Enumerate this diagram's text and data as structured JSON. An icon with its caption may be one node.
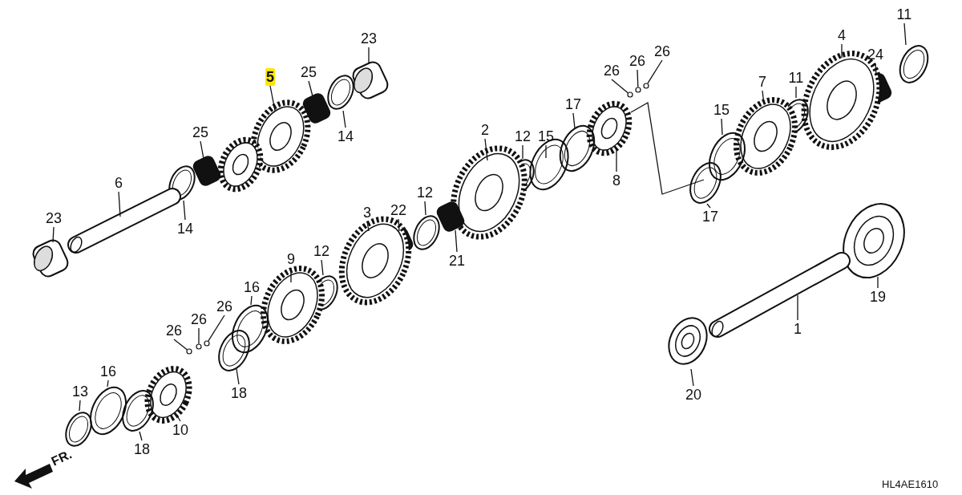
{
  "diagram": {
    "nodes": [
      {
        "text": [
          "23"
        ]
      },
      {
        "text": [
          "5"
        ]
      },
      {
        "text": [
          "25"
        ]
      },
      {
        "text": [
          "25"
        ]
      },
      {
        "text": [
          "14"
        ]
      },
      {
        "text": [
          "6"
        ]
      },
      {
        "text": [
          "14"
        ]
      },
      {
        "text": [
          "23"
        ]
      },
      {
        "text": [
          "26"
        ]
      },
      {
        "text": [
          "26"
        ]
      },
      {
        "text": [
          "26"
        ]
      },
      {
        "text": [
          "2"
        ]
      },
      {
        "text": [
          "12"
        ]
      },
      {
        "text": [
          "15"
        ]
      },
      {
        "text": [
          "17"
        ]
      },
      {
        "text": [
          "8"
        ]
      },
      {
        "text": [
          "3"
        ]
      },
      {
        "text": [
          "22"
        ]
      },
      {
        "text": [
          "12"
        ]
      },
      {
        "text": [
          "21"
        ]
      },
      {
        "text": [
          "12"
        ]
      },
      {
        "text": [
          "9"
        ]
      },
      {
        "text": [
          "16"
        ]
      },
      {
        "text": [
          "26"
        ]
      },
      {
        "text": [
          "26"
        ]
      },
      {
        "text": [
          "26"
        ]
      },
      {
        "text": [
          "18"
        ]
      },
      {
        "text": [
          "13"
        ]
      },
      {
        "text": [
          "16"
        ]
      },
      {
        "text": [
          "18"
        ]
      },
      {
        "text": [
          "10"
        ]
      },
      {
        "text": [
          "4"
        ]
      },
      {
        "text": [
          "24"
        ]
      },
      {
        "text": [
          "11"
        ]
      },
      {
        "text": [
          "7"
        ]
      },
      {
        "text": [
          "11"
        ]
      },
      {
        "text": [
          "15"
        ]
      },
      {
        "text": [
          "17"
        ]
      },
      {
        "text": [
          "19"
        ]
      },
      {
        "text": [
          "1"
        ]
      },
      {
        "text": [
          "20"
        ]
      },
      {
        "text": [],
        "shape": "circle"
      },
      {
        "text": [],
        "shape": "circle"
      },
      {
        "text": [],
        "shape": "circle"
      },
      {
        "text": [],
        "shape": "circle"
      },
      {
        "text": [],
        "shape": "circle"
      },
      {
        "text": [],
        "shape": "circle"
      }
    ],
    "edges": [
      {
        "from": 0,
        "to": null,
        "arrow": "none"
      },
      {
        "from": 1,
        "to": null,
        "arrow": "none"
      },
      {
        "from": 2,
        "to": null,
        "arrow": "none"
      },
      {
        "from": 3,
        "to": null,
        "arrow": "none"
      },
      {
        "from": 4,
        "to": null,
        "arrow": "none"
      },
      {
        "from": 5,
        "to": null,
        "arrow": "none"
      },
      {
        "from": 6,
        "to": null,
        "arrow": "none"
      },
      {
        "from": 7,
        "to": null,
        "arrow": "none"
      },
      {
        "from": 8,
        "to": 41,
        "arrow": "none"
      },
      {
        "from": 9,
        "to": 42,
        "arrow": "none"
      },
      {
        "from": 10,
        "to": 43,
        "arrow": "none"
      },
      {
        "from": 11,
        "to": null,
        "arrow": "none"
      },
      {
        "from": 12,
        "to": null,
        "arrow": "none"
      },
      {
        "from": 13,
        "to": null,
        "arrow": "none"
      },
      {
        "from": 14,
        "to": null,
        "arrow": "none"
      },
      {
        "from": 15,
        "to": null,
        "arrow": "none"
      },
      {
        "from": 16,
        "to": null,
        "arrow": "none"
      },
      {
        "from": 17,
        "to": null,
        "arrow": "none"
      },
      {
        "from": 18,
        "to": null,
        "arrow": "none"
      },
      {
        "from": 19,
        "to": null,
        "arrow": "none"
      },
      {
        "from": 20,
        "to": null,
        "arrow": "none"
      },
      {
        "from": 21,
        "to": null,
        "arrow": "none"
      },
      {
        "from": 22,
        "to": null,
        "arrow": "none"
      },
      {
        "from": 23,
        "to": 44,
        "arrow": "none"
      },
      {
        "from": 24,
        "to": 45,
        "arrow": "none"
      },
      {
        "from": 25,
        "to": 46,
        "arrow": "none"
      },
      {
        "from": 26,
        "to": null,
        "arrow": "none"
      },
      {
        "from": 27,
        "to": null,
        "arrow": "none"
      },
      {
        "from": 28,
        "to": null,
        "arrow": "none"
      },
      {
        "from": 29,
        "to": null,
        "arrow": "none"
      },
      {
        "from": 30,
        "to": null,
        "arrow": "none"
      },
      {
        "from": 31,
        "to": null,
        "arrow": "none"
      },
      {
        "from": 32,
        "to": null,
        "arrow": "none"
      },
      {
        "from": 33,
        "to": null,
        "arrow": "none"
      },
      {
        "from": 34,
        "to": null,
        "arrow": "none"
      },
      {
        "from": 35,
        "to": null,
        "arrow": "none"
      },
      {
        "from": 36,
        "to": null,
        "arrow": "none"
      },
      {
        "from": 37,
        "to": null,
        "arrow": "none"
      },
      {
        "from": 38,
        "to": null,
        "arrow": "none"
      },
      {
        "from": 39,
        "to": null,
        "arrow": "none"
      },
      {
        "from": 40,
        "to": null,
        "arrow": "none"
      }
    ],
    "labels": [
      "FR.",
      "HL4AE1610"
    ]
  }
}
